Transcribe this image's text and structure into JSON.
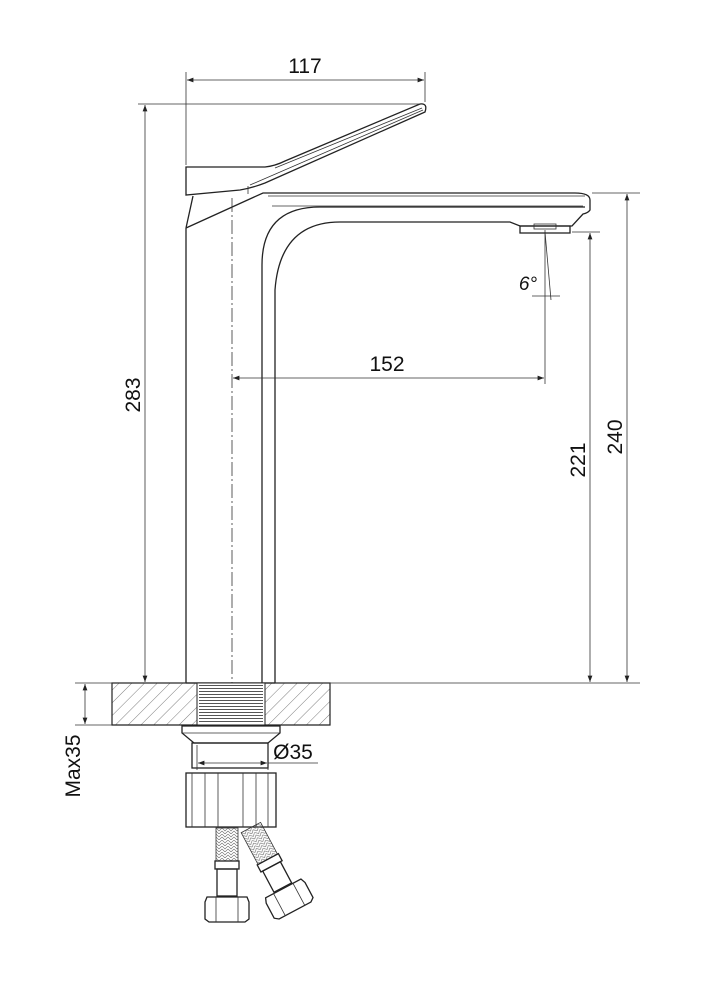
{
  "drawing": {
    "dimensions": {
      "lever_width": "117",
      "total_height": "283",
      "spout_reach": "152",
      "spout_outlet_height": "221",
      "spout_top_height": "240",
      "aerator_angle": "6°",
      "hole_diameter": "Ø35",
      "max_counter_thickness": "Max35"
    }
  }
}
